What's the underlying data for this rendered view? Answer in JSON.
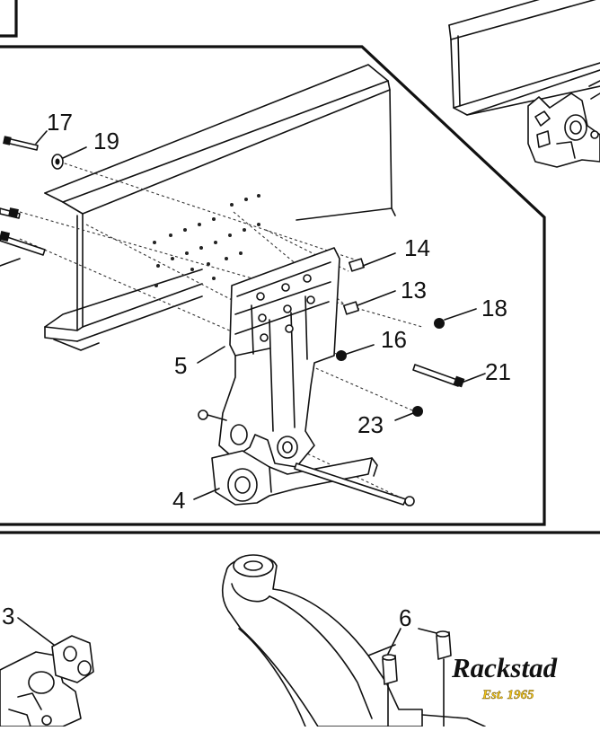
{
  "callouts": {
    "c17": "17",
    "c19": "19",
    "c14": "14",
    "c13": "13",
    "c18": "18",
    "c16": "16",
    "c5": "5",
    "c21": "21",
    "c23": "23",
    "c4": "4",
    "c3": "3",
    "c6": "6"
  },
  "logo": {
    "name": "Rackstad",
    "tagline": "Est. 1965"
  }
}
